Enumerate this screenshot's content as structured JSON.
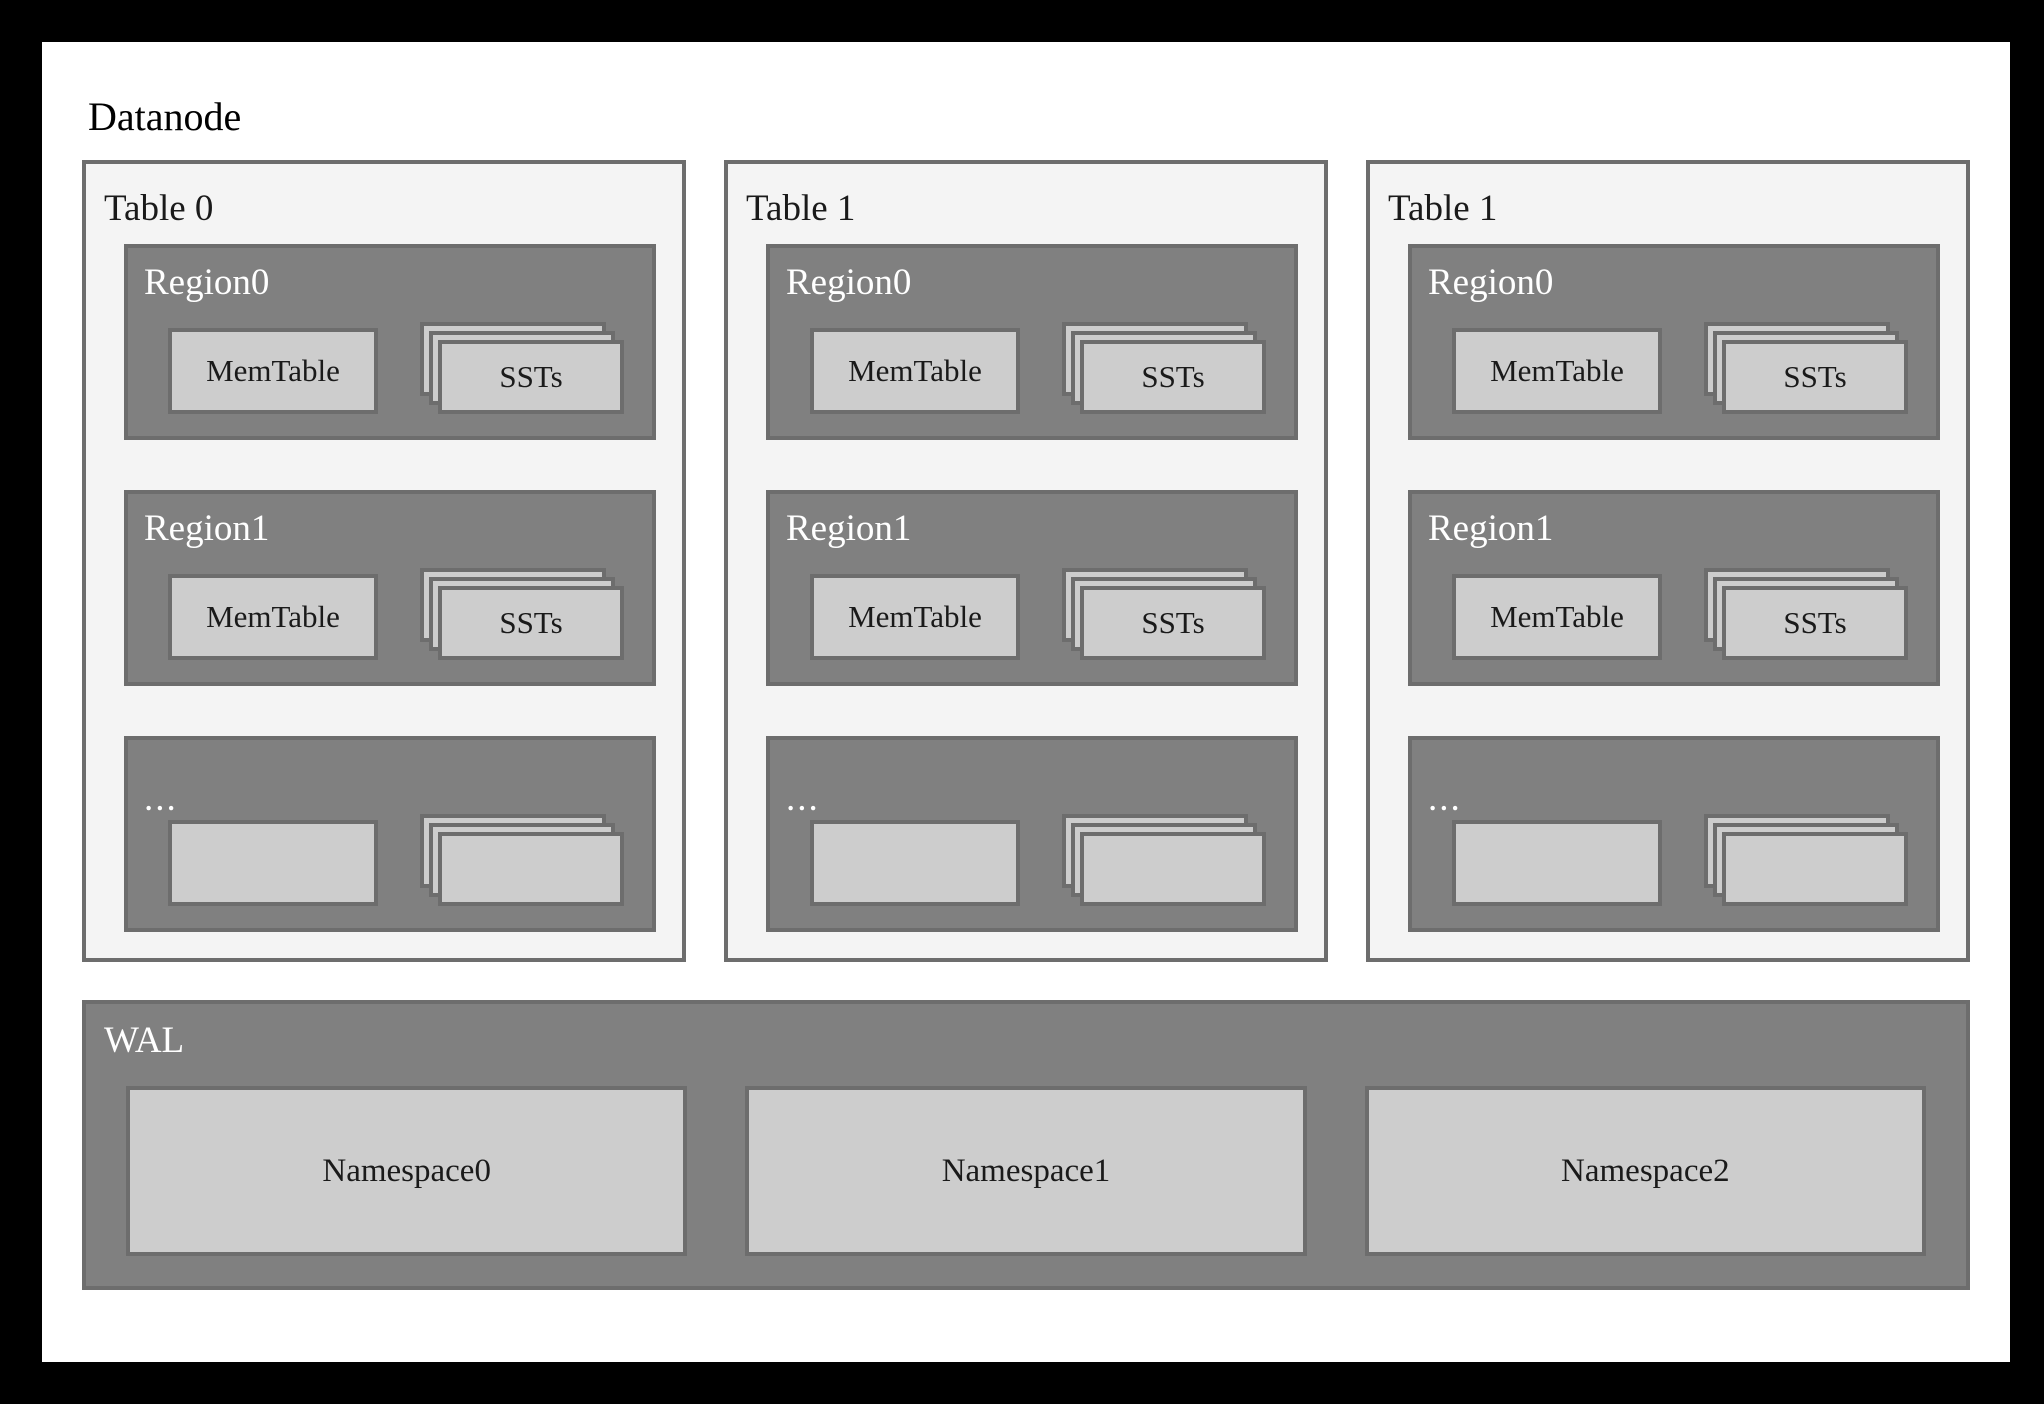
{
  "diagram": {
    "title": "Datanode",
    "background_color": "#ffffff",
    "frame_color": "#000000",
    "panel_bg": "#f4f4f4",
    "region_bg": "#808080",
    "box_fill": "#cdcdcd",
    "border_color": "#6d6d6d",
    "label_dark": "#1a1a1a",
    "label_light": "#ffffff"
  },
  "tables": [
    {
      "title": "Table 0",
      "regions": [
        {
          "title": "Region0",
          "is_ellipsis": false,
          "memtable_label": "MemTable",
          "sst_label": "SSTs",
          "sst_layers": 3
        },
        {
          "title": "Region1",
          "is_ellipsis": false,
          "memtable_label": "MemTable",
          "sst_label": "SSTs",
          "sst_layers": 3
        },
        {
          "title": "...",
          "is_ellipsis": true,
          "memtable_label": "",
          "sst_label": "",
          "sst_layers": 3
        }
      ]
    },
    {
      "title": "Table 1",
      "regions": [
        {
          "title": "Region0",
          "is_ellipsis": false,
          "memtable_label": "MemTable",
          "sst_label": "SSTs",
          "sst_layers": 3
        },
        {
          "title": "Region1",
          "is_ellipsis": false,
          "memtable_label": "MemTable",
          "sst_label": "SSTs",
          "sst_layers": 3
        },
        {
          "title": "...",
          "is_ellipsis": true,
          "memtable_label": "",
          "sst_label": "",
          "sst_layers": 3
        }
      ]
    },
    {
      "title": "Table 1",
      "regions": [
        {
          "title": "Region0",
          "is_ellipsis": false,
          "memtable_label": "MemTable",
          "sst_label": "SSTs",
          "sst_layers": 3
        },
        {
          "title": "Region1",
          "is_ellipsis": false,
          "memtable_label": "MemTable",
          "sst_label": "SSTs",
          "sst_layers": 3
        },
        {
          "title": "...",
          "is_ellipsis": true,
          "memtable_label": "",
          "sst_label": "",
          "sst_layers": 3
        }
      ]
    }
  ],
  "wal": {
    "title": "WAL",
    "namespaces": [
      {
        "label": "Namespace0"
      },
      {
        "label": "Namespace1"
      },
      {
        "label": "Namespace2"
      }
    ]
  }
}
